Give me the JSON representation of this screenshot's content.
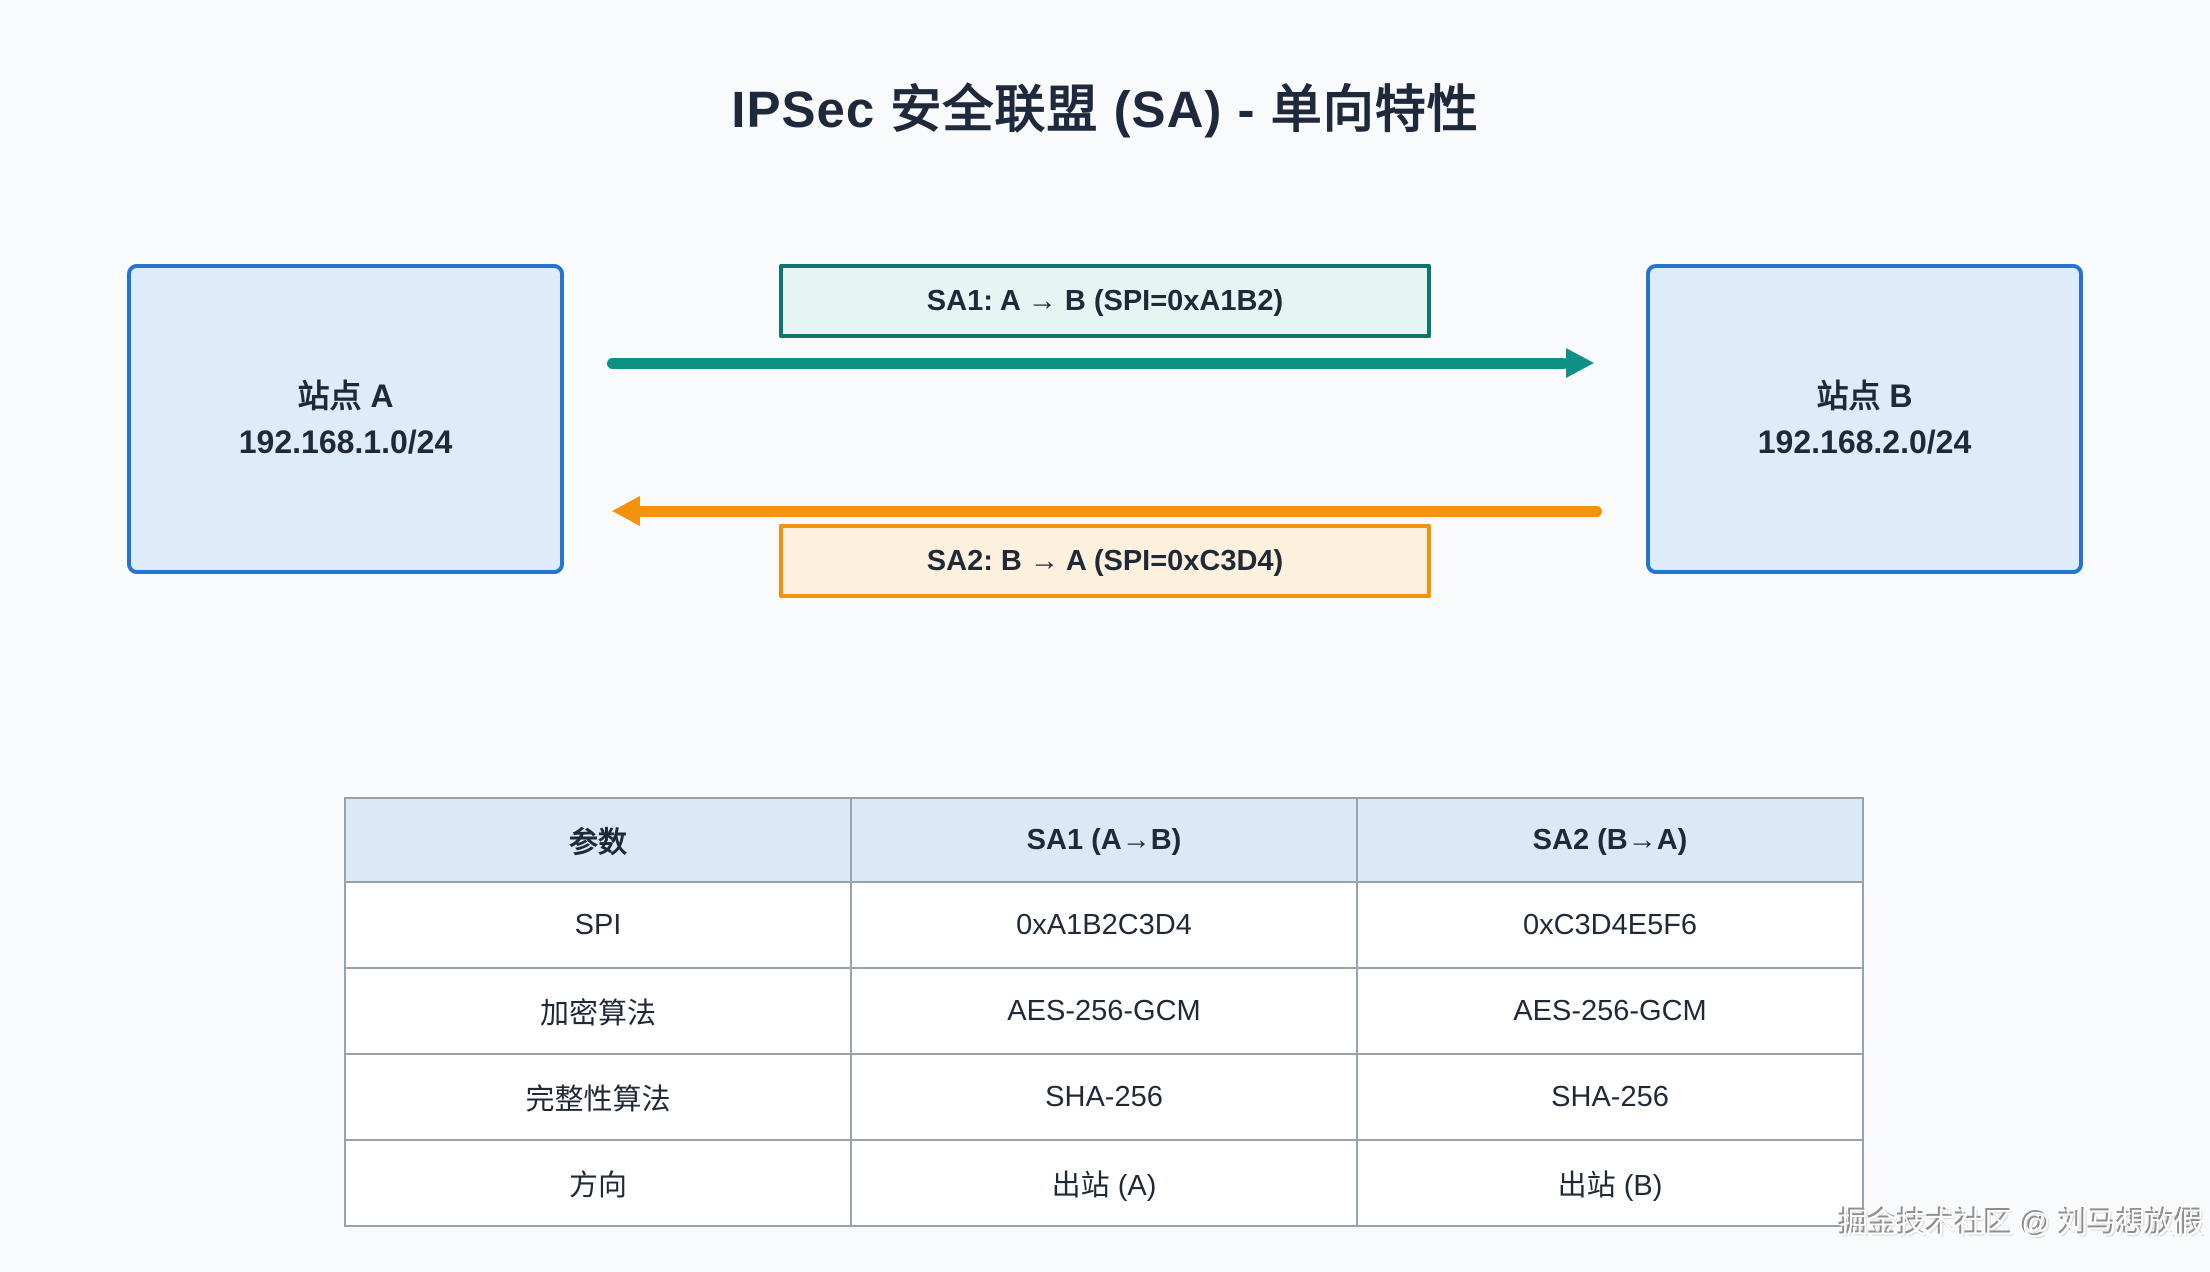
{
  "title": "IPSec 安全联盟 (SA) - 单向特性",
  "page": {
    "background": "#f8fafc",
    "text_color": "#1f2937",
    "title_color": "#1e293b"
  },
  "sites": {
    "a": {
      "name": "站点 A",
      "subnet": "192.168.1.0/24",
      "fill": "#ddebfa",
      "border": "#2575d0"
    },
    "b": {
      "name": "站点 B",
      "subnet": "192.168.2.0/24",
      "fill": "#ddebfa",
      "border": "#2575d0"
    }
  },
  "flows": {
    "sa1": {
      "label": "SA1: A → B (SPI=0xA1B2)",
      "direction": "A→B",
      "arrow_color": "#0e9184",
      "box_border": "#0f766e",
      "box_fill": "#e4f5f4"
    },
    "sa2": {
      "label": "SA2: B → A (SPI=0xC3D4)",
      "direction": "B→A",
      "arrow_color": "#f2920d",
      "box_border": "#f2920d",
      "box_fill": "#fdf0dc"
    }
  },
  "table": {
    "border_color": "#99a3ab",
    "header_fill": "#dbe9f6",
    "headers": [
      "参数",
      "SA1 (A→B)",
      "SA2 (B→A)"
    ],
    "rows": [
      [
        "SPI",
        "0xA1B2C3D4",
        "0xC3D4E5F6"
      ],
      [
        "加密算法",
        "AES-256-GCM",
        "AES-256-GCM"
      ],
      [
        "完整性算法",
        "SHA-256",
        "SHA-256"
      ],
      [
        "方向",
        "出站 (A)",
        "出站 (B)"
      ]
    ]
  },
  "watermark": {
    "text": "掘金技术社区 @ 刘马想放假"
  }
}
